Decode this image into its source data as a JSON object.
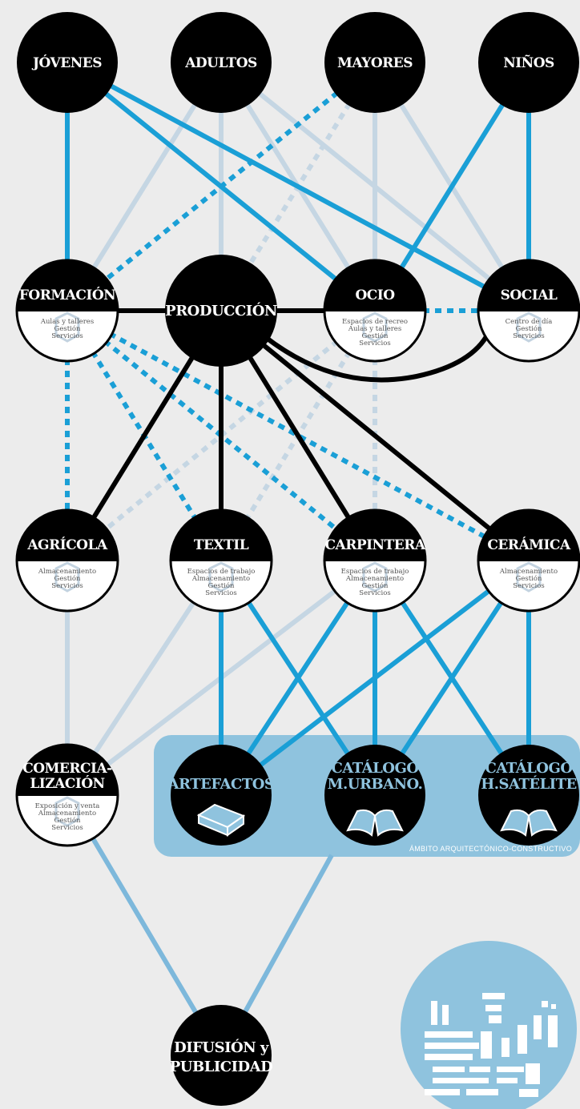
{
  "colors": {
    "background": "#ececec",
    "node": "#000000",
    "strong_blue": "#1a9fd6",
    "light_blue": "#c5d6e3",
    "medium_blue": "#7db8db",
    "ambito": "#8fc3de"
  },
  "users": [
    {
      "id": "jovenes",
      "label": "JÓVENES"
    },
    {
      "id": "adultos",
      "label": "ADULTOS"
    },
    {
      "id": "mayores",
      "label": "MAYORES"
    },
    {
      "id": "ninos",
      "label": "NIÑOS"
    }
  ],
  "nodes": [
    {
      "id": "formacion",
      "title": [
        "FORMACIÓN"
      ],
      "sub": [
        "Aulas y talleres",
        "Gestión",
        "Servicios"
      ]
    },
    {
      "id": "produccion",
      "title": [
        "PRODUCCIÓN"
      ],
      "sub": []
    },
    {
      "id": "ocio",
      "title": [
        "OCIO"
      ],
      "sub": [
        "Espacios de recreo",
        "Aulas y talleres",
        "Gestión",
        "Servicios"
      ]
    },
    {
      "id": "social",
      "title": [
        "SOCIAL"
      ],
      "sub": [
        "Centro de día",
        "Gestión",
        "Servicios"
      ]
    },
    {
      "id": "agricola",
      "title": [
        "AGRÍCOLA"
      ],
      "sub": [
        "Almacenamiento",
        "Gestión",
        "Servicios"
      ]
    },
    {
      "id": "textil",
      "title": [
        "TEXTIL"
      ],
      "sub": [
        "Espacios de trabajo",
        "Almacenamiento",
        "Gestión",
        "Servicios"
      ]
    },
    {
      "id": "carpintera",
      "title": [
        "CARPINTERA"
      ],
      "sub": [
        "Espacios de trabajo",
        "Almacenamiento",
        "Gestión",
        "Servicios"
      ]
    },
    {
      "id": "ceramica",
      "title": [
        "CERÁMICA"
      ],
      "sub": [
        "Almacenamiento",
        "Gestión",
        "Servicios"
      ]
    },
    {
      "id": "comercializacion",
      "title": [
        "COMERCIA-",
        "LIZACIÓN"
      ],
      "sub": [
        "Exposición y venta",
        "Almacenamiento",
        "Gestión",
        "Servicios"
      ]
    },
    {
      "id": "artefactos",
      "title": [
        "ARTEFACTOS"
      ],
      "sub": []
    },
    {
      "id": "catalogo_urbano",
      "title": [
        "CATÁLOGO",
        "M.URBANO."
      ],
      "sub": []
    },
    {
      "id": "catalogo_satelite",
      "title": [
        "CATÁLOGO",
        "H.SATÉLITE"
      ],
      "sub": []
    },
    {
      "id": "difusion",
      "title": [
        "DIFUSIÓN y",
        "PUBLICIDAD"
      ],
      "sub": []
    }
  ],
  "ambito_label": "ÁMBITO ARQUITECTÓNICO-CONSTRUCTIVO",
  "connections": [
    {
      "from": "jovenes",
      "to": "formacion",
      "style": "strong"
    },
    {
      "from": "jovenes",
      "to": "ocio",
      "style": "strong"
    },
    {
      "from": "jovenes",
      "to": "social",
      "style": "strong"
    },
    {
      "from": "ninos",
      "to": "ocio",
      "style": "strong"
    },
    {
      "from": "ninos",
      "to": "social",
      "style": "strong"
    },
    {
      "from": "adultos",
      "to": "formacion",
      "style": "light"
    },
    {
      "from": "adultos",
      "to": "produccion",
      "style": "light"
    },
    {
      "from": "adultos",
      "to": "ocio",
      "style": "light"
    },
    {
      "from": "adultos",
      "to": "social",
      "style": "light"
    },
    {
      "from": "mayores",
      "to": "ocio",
      "style": "light"
    },
    {
      "from": "mayores",
      "to": "social",
      "style": "light"
    },
    {
      "from": "mayores",
      "to": "formacion",
      "style": "dotted"
    },
    {
      "from": "mayores",
      "to": "produccion",
      "style": "dotted-light"
    },
    {
      "from": "formacion",
      "to": "produccion",
      "style": "black"
    },
    {
      "from": "produccion",
      "to": "ocio",
      "style": "black"
    },
    {
      "from": "ocio",
      "to": "social",
      "style": "dotted"
    },
    {
      "from": "produccion",
      "to": "agricola",
      "style": "black"
    },
    {
      "from": "produccion",
      "to": "textil",
      "style": "black"
    },
    {
      "from": "produccion",
      "to": "carpintera",
      "style": "black"
    },
    {
      "from": "produccion",
      "to": "ceramica",
      "style": "black"
    },
    {
      "from": "formacion",
      "to": "agricola",
      "style": "dotted"
    },
    {
      "from": "formacion",
      "to": "textil",
      "style": "dotted"
    },
    {
      "from": "formacion",
      "to": "carpintera",
      "style": "dotted"
    },
    {
      "from": "formacion",
      "to": "ceramica",
      "style": "dotted"
    },
    {
      "from": "ocio",
      "to": "agricola",
      "style": "dotted-light"
    },
    {
      "from": "ocio",
      "to": "textil",
      "style": "dotted-light"
    },
    {
      "from": "ocio",
      "to": "carpintera",
      "style": "dotted-light"
    },
    {
      "from": "agricola",
      "to": "comercializacion",
      "style": "light"
    },
    {
      "from": "textil",
      "to": "comercializacion",
      "style": "light"
    },
    {
      "from": "carpintera",
      "to": "comercializacion",
      "style": "light"
    },
    {
      "from": "textil",
      "to": "artefactos",
      "style": "strong"
    },
    {
      "from": "textil",
      "to": "catalogo_urbano",
      "style": "strong"
    },
    {
      "from": "carpintera",
      "to": "artefactos",
      "style": "strong"
    },
    {
      "from": "carpintera",
      "to": "catalogo_urbano",
      "style": "strong"
    },
    {
      "from": "carpintera",
      "to": "catalogo_satelite",
      "style": "strong"
    },
    {
      "from": "ceramica",
      "to": "artefactos",
      "style": "strong"
    },
    {
      "from": "ceramica",
      "to": "catalogo_urbano",
      "style": "strong"
    },
    {
      "from": "ceramica",
      "to": "catalogo_satelite",
      "style": "strong"
    },
    {
      "from": "comercializacion",
      "to": "difusion",
      "style": "medium"
    },
    {
      "from": "ambito",
      "to": "difusion",
      "style": "medium"
    }
  ]
}
